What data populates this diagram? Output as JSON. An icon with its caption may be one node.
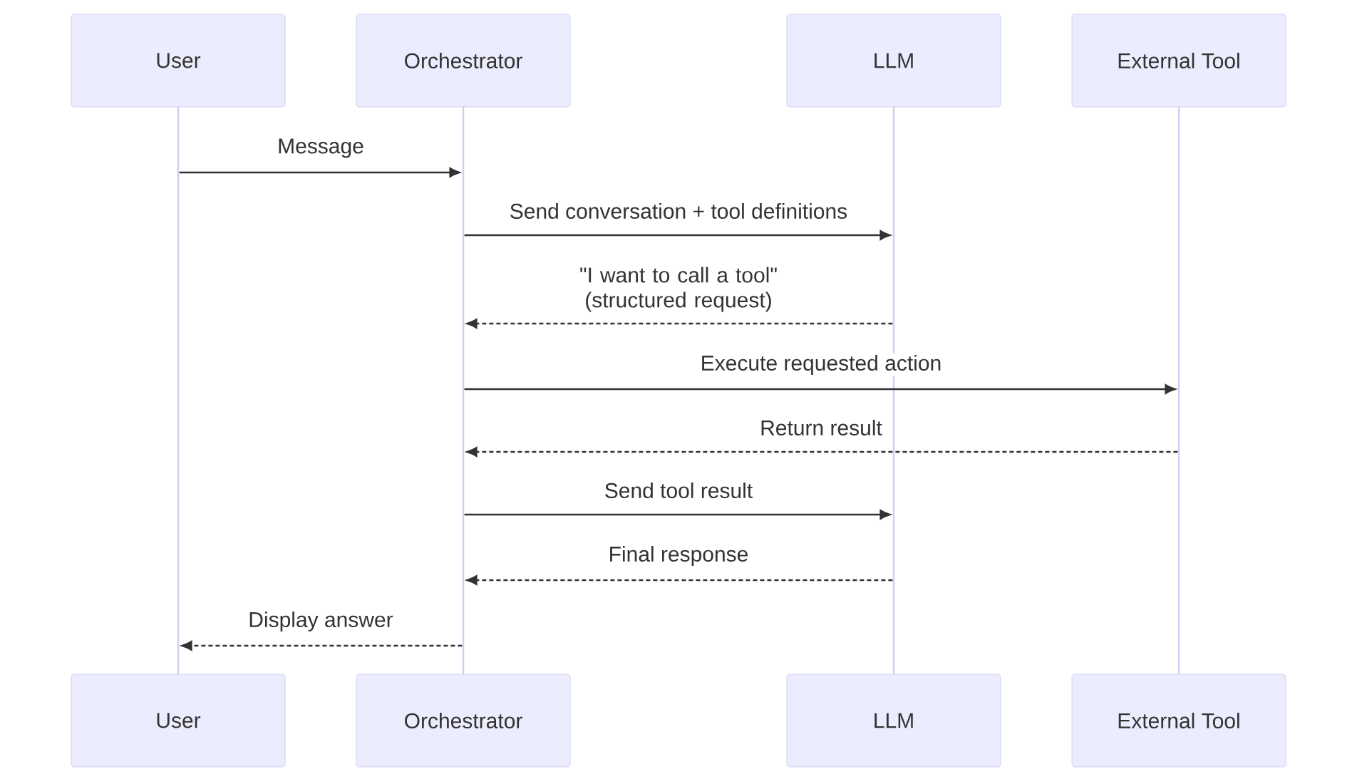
{
  "diagram": {
    "nodes": [
      {
        "text": [
          "User"
        ]
      },
      {
        "text": [
          "Orchestrator"
        ]
      },
      {
        "text": [
          "LLM"
        ]
      },
      {
        "text": [
          "External Tool"
        ]
      },
      {
        "text": [],
        "shape": "bar"
      },
      {
        "text": [],
        "shape": "bar"
      },
      {
        "text": [],
        "shape": "bar"
      },
      {
        "text": [],
        "shape": "bar"
      },
      {
        "text": [
          "User"
        ]
      },
      {
        "text": [
          "Orchestrator"
        ]
      },
      {
        "text": [
          "LLM"
        ]
      },
      {
        "text": [
          "External Tool"
        ]
      }
    ],
    "edges": [
      {
        "from": 4,
        "to": 5,
        "arrow": "to",
        "label": "Message"
      },
      {
        "from": 5,
        "to": 6,
        "arrow": "to",
        "label": "Send conversation + tool definitions"
      },
      {
        "from": 6,
        "to": 5,
        "arrow": "to",
        "style": "dashed",
        "label": "\"I want to call a tool\" (structured request)"
      },
      {
        "from": 5,
        "to": 7,
        "arrow": "to",
        "label": "Execute requested action"
      },
      {
        "from": 7,
        "to": 5,
        "arrow": "to",
        "style": "dashed",
        "label": "Return result"
      },
      {
        "from": 5,
        "to": 6,
        "arrow": "to",
        "label": "Send tool result"
      },
      {
        "from": 6,
        "to": 5,
        "arrow": "to",
        "style": "dashed",
        "label": "Final response"
      },
      {
        "from": 5,
        "to": 4,
        "arrow": "to",
        "style": "dashed",
        "label": "Display answer"
      }
    ]
  }
}
